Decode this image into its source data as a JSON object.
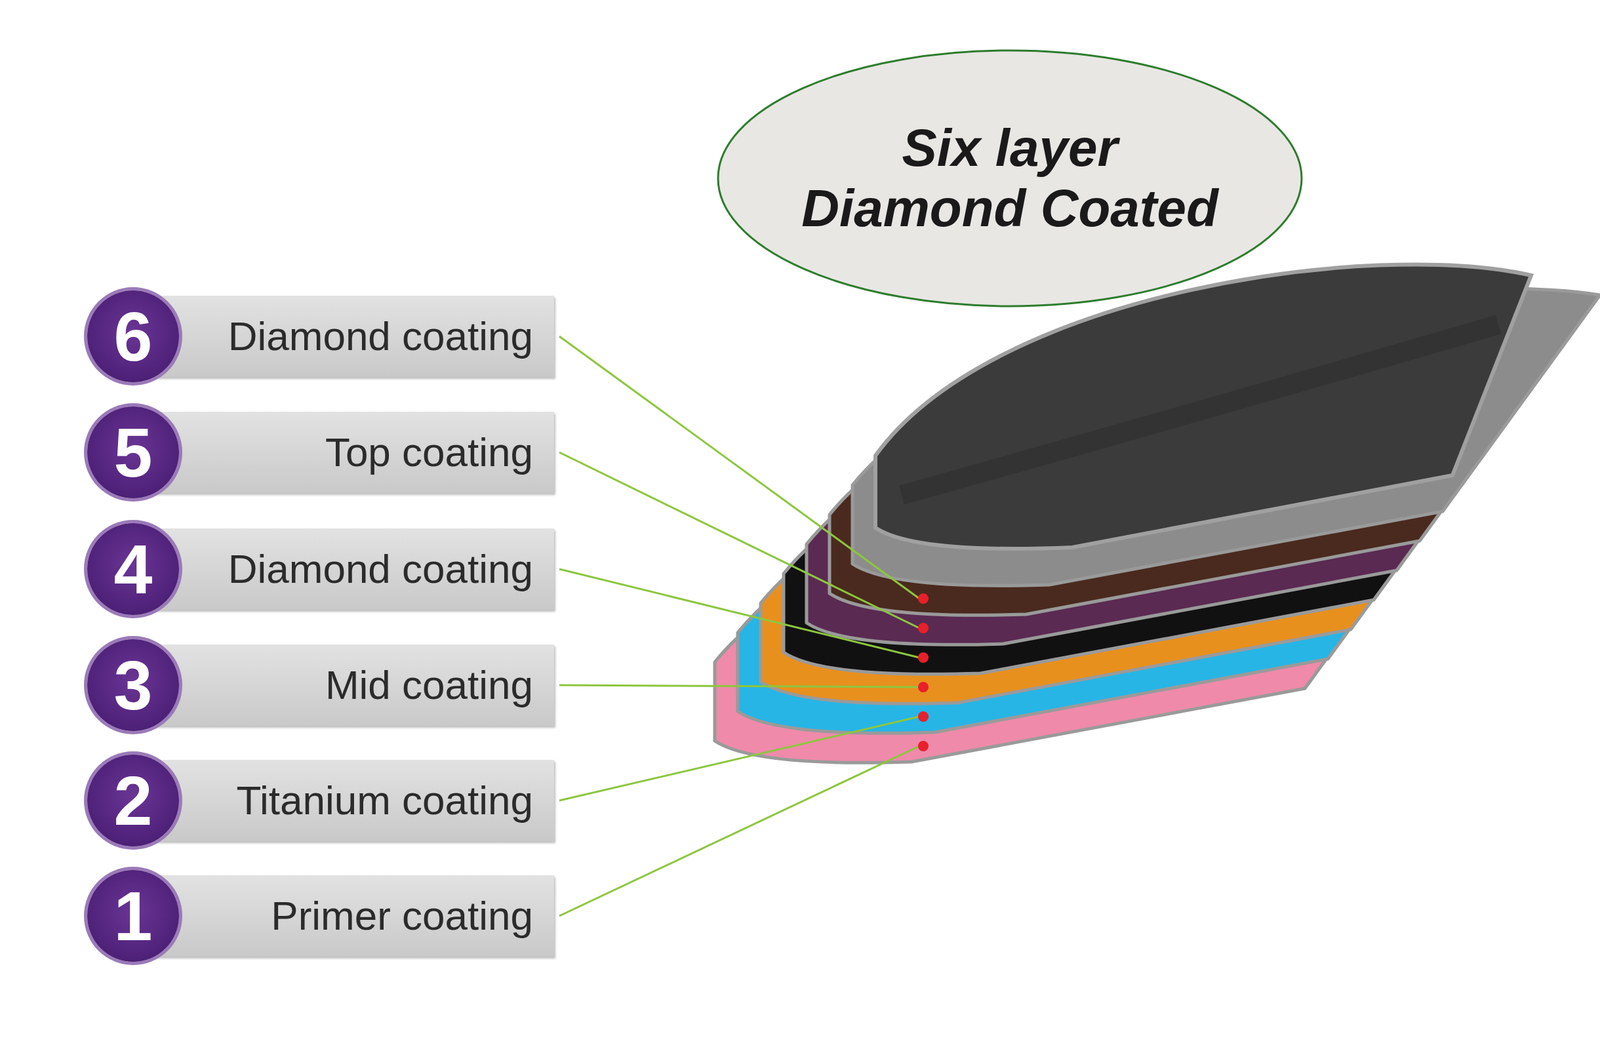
{
  "diagram": {
    "title": "Six layer Diamond Coated",
    "nodes": [
      {
        "text": [
          "6",
          "Diamond coating"
        ]
      },
      {
        "text": [
          "5",
          "Top coating"
        ]
      },
      {
        "text": [
          "4",
          "Diamond coating"
        ]
      },
      {
        "text": [
          "3",
          "Mid coating"
        ]
      },
      {
        "text": [
          "2",
          "Titanium coating"
        ]
      },
      {
        "text": [
          "1",
          "Primer coating"
        ]
      }
    ]
  }
}
